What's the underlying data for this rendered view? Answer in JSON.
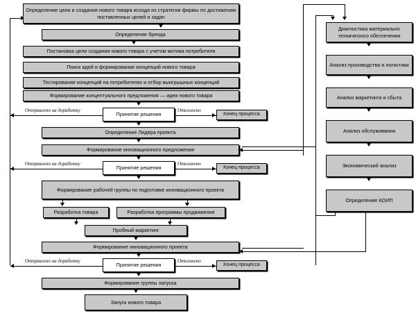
{
  "diagram": {
    "main_boxes": [
      {
        "id": "goal",
        "label": "Определение цели и создания нового товара исходя из стратегии фирмы по достижению поставленных целей и задач"
      },
      {
        "id": "brand",
        "label": "Определение бренда"
      },
      {
        "id": "motive",
        "label": "Постановка цели создания нового товара с учетом мотива потребителя"
      },
      {
        "id": "ideas",
        "label": "Поиск идей и формирование концепций нового товара"
      },
      {
        "id": "testing",
        "label": "Тестирование концепций на потребителях и отбор выигрышных концепций"
      },
      {
        "id": "concept",
        "label": "Формирование концептуального предложения — идеи нового товара"
      },
      {
        "id": "leader",
        "label": "Определение Лидера проекта"
      },
      {
        "id": "innovoffer",
        "label": "Формирование инновационного предложения"
      },
      {
        "id": "workgroup",
        "label": "Формирование рабочей группы по подготовке инновационного проекта"
      },
      {
        "id": "productdev",
        "label": "Разработка товара"
      },
      {
        "id": "promodev",
        "label": "Разработка программы продвижения"
      },
      {
        "id": "trialmkt",
        "label": "Пробный маркетинг"
      },
      {
        "id": "innovproj",
        "label": "Формирование инновационного проекта"
      },
      {
        "id": "launchgroup",
        "label": "Формирование группы запуска"
      },
      {
        "id": "launch",
        "label": "Запуск нового товара"
      }
    ],
    "decisions": [
      {
        "id": "d1",
        "label": "Принятие решения"
      },
      {
        "id": "d2",
        "label": "Принятие решения"
      },
      {
        "id": "d3",
        "label": "Принятие решения"
      }
    ],
    "terminators": [
      {
        "id": "t1",
        "label": "Конец процесса"
      },
      {
        "id": "t2",
        "label": "Конец процесса"
      },
      {
        "id": "t3",
        "label": "Конец процесса"
      }
    ],
    "edge_labels": {
      "rework": "Отправлено на доработку",
      "rejected": "Отклонено"
    },
    "right_column": [
      {
        "id": "r1",
        "label": "Диагностика материально технического обеспечения"
      },
      {
        "id": "r2",
        "label": "Анализ производства и логистики"
      },
      {
        "id": "r3",
        "label": "Анализ маркетинга и сбыта"
      },
      {
        "id": "r4",
        "label": "Анализ обслуживания"
      },
      {
        "id": "r5",
        "label": "Экономический анализ"
      },
      {
        "id": "r6",
        "label": "Определение КОИП"
      }
    ],
    "colors": {
      "box_fill": "#c8c8c8",
      "decision_fill": "#ffffff",
      "stroke": "#000000",
      "background": "#ffffff"
    }
  }
}
